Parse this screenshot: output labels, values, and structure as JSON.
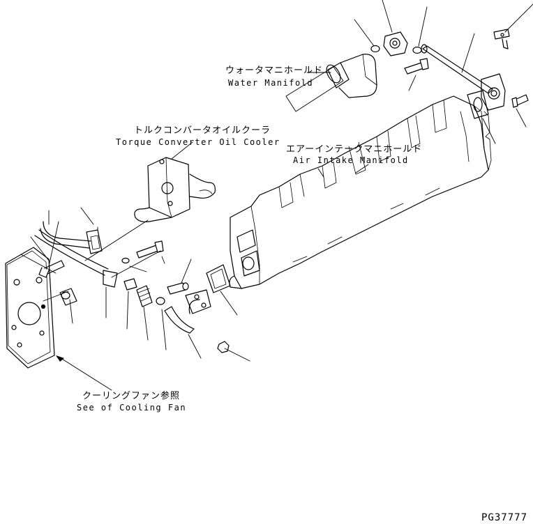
{
  "labels": {
    "water_manifold_jp": "ウォータマニホールド",
    "water_manifold_en": "Water Manifold",
    "torque_converter_jp": "トルクコンバータオイルクーラ",
    "torque_converter_en": "Torque Converter Oil Cooler",
    "air_intake_jp": "エアーインテークマニホールド",
    "air_intake_en": "Air Intake Manifold",
    "cooling_fan_jp": "クーリングファン参照",
    "cooling_fan_en": "See of Cooling Fan"
  },
  "drawing_code": "PG37777"
}
